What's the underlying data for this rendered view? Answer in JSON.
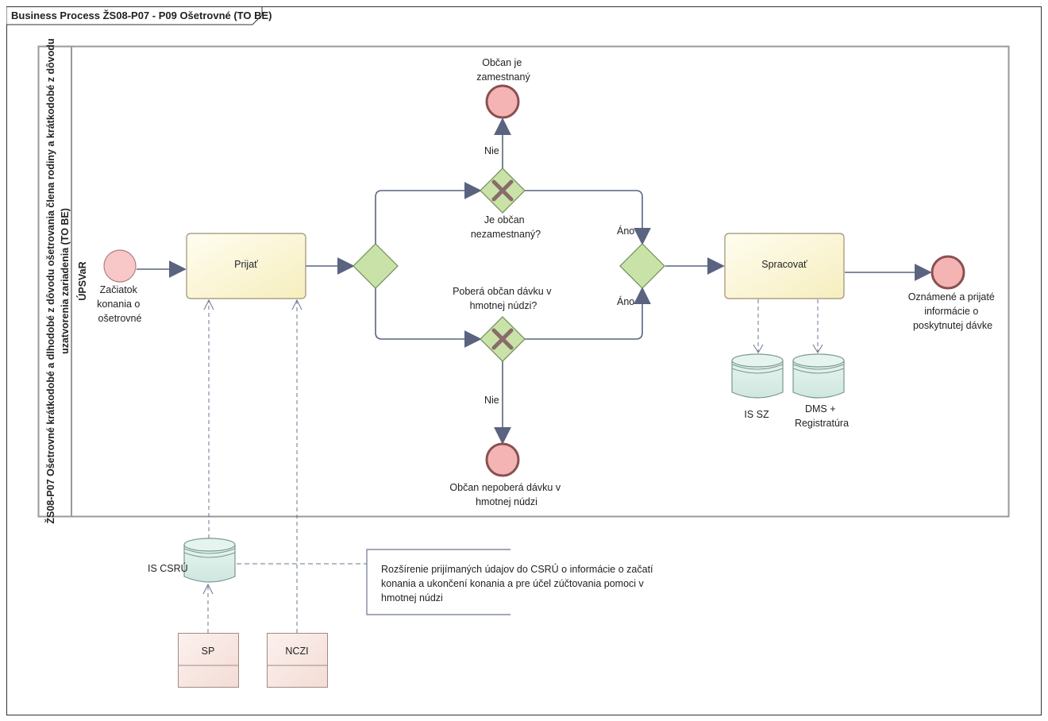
{
  "diagram": {
    "title": "Business Process ŽS08-P07 - P09 Ošetrovné (TO BE)",
    "pool_label_line1": "ŽS08-P07 Ošetrovné krátkodobé a dlhodobé z dôvodu ošetrovania člena rodiny a krátkodobé z dôvodu",
    "pool_label_line2": "uzatvorenia zariadenia (TO BE)",
    "lane_label": "ÚPSVaR"
  },
  "events": {
    "start": [
      "Začiatok",
      "konania o",
      "ošetrovné"
    ],
    "end_employed": [
      "Občan je",
      "zamestnaný"
    ],
    "end_no_benefit": [
      "Občan nepoberá dávku v",
      "hmotnej núdzi"
    ],
    "end_final": [
      "Oznámené a prijaté",
      "informácie o",
      "poskytnutej dávke"
    ]
  },
  "tasks": {
    "prijat": "Prijať",
    "spracovat": "Spracovať"
  },
  "gateways": {
    "unemployed_question": [
      "Je občan",
      "nezamestnaný?"
    ],
    "benefit_question": [
      "Poberá občan dávku v",
      "hmotnej núdzi?"
    ]
  },
  "flow_labels": {
    "nie_top": "Nie",
    "nie_bottom": "Nie",
    "ano_top": "Áno",
    "ano_bottom": "Áno"
  },
  "data_stores": {
    "is_sz": "IS SZ",
    "dms": [
      "DMS +",
      "Registratúra"
    ],
    "is_csru": "IS CSRÚ"
  },
  "participants": {
    "sp": "SP",
    "nczi": "NCZI"
  },
  "note": [
    "Rozšírenie prijímaných údajov do CSRÚ o informácie o začatí",
    "konania a ukončení konania a pre účel zúčtovania pomoci v",
    "hmotnej núdzi"
  ],
  "colors": {
    "start_fill": "#f8c8c8",
    "end_fill": "#f4b4b4",
    "end_stroke": "#8a5050",
    "task_fill": "#fdf7d8",
    "gateway_fill": "#c9e2a8",
    "datastore_fill": "#d7ece6",
    "participant_fill": "#f8e6e1",
    "flow": "#5a6480"
  }
}
